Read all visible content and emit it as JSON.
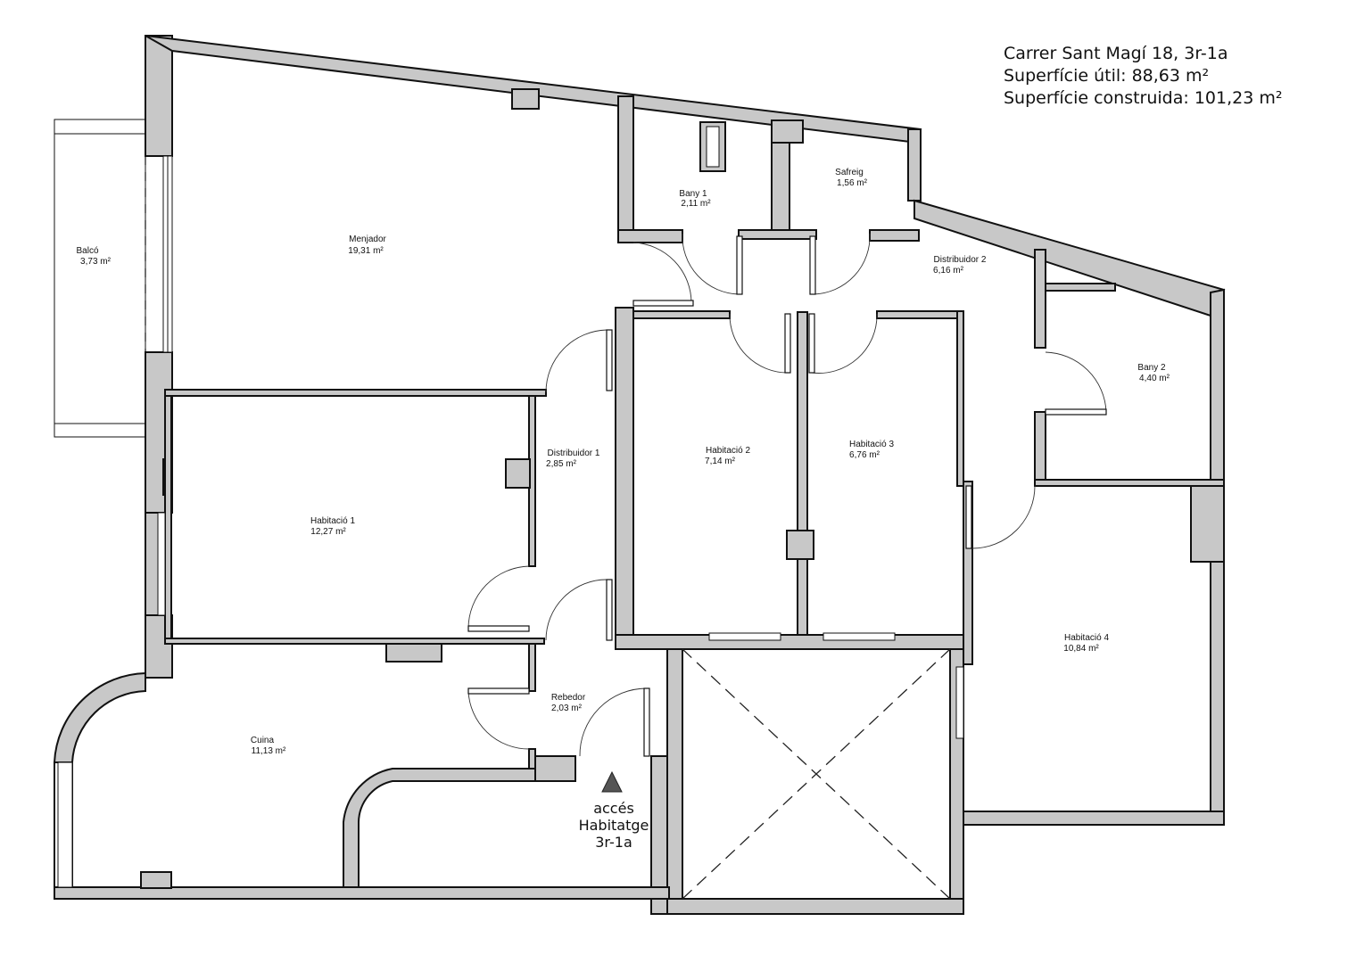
{
  "header": {
    "address": "Carrer Sant Magí 18, 3r-1a",
    "useful_area": "Superfície útil: 88,63 m²",
    "built_area": "Superfície construida: 101,23 m²"
  },
  "rooms": {
    "balco": {
      "name": "Balcó",
      "area": "3,73 m²"
    },
    "menjador": {
      "name": "Menjador",
      "area": "19,31 m²"
    },
    "bany1": {
      "name": "Bany 1",
      "area": "2,11 m²"
    },
    "safreig": {
      "name": "Safreig",
      "area": "1,56 m²"
    },
    "distribuidor2": {
      "name": "Distribuidor 2",
      "area": "6,16 m²"
    },
    "bany2": {
      "name": "Bany 2",
      "area": "4,40 m²"
    },
    "distribuidor1": {
      "name": "Distribuidor 1",
      "area": "2,85 m²"
    },
    "habitacio1": {
      "name": "Habitació 1",
      "area": "12,27 m²"
    },
    "habitacio2": {
      "name": "Habitació 2",
      "area": "7,14 m²"
    },
    "habitacio3": {
      "name": "Habitació 3",
      "area": "6,76 m²"
    },
    "habitacio4": {
      "name": "Habitació 4",
      "area": "10,84 m²"
    },
    "rebedor": {
      "name": "Rebedor",
      "area": "2,03 m²"
    },
    "cuina": {
      "name": "Cuina",
      "area": "11,13 m²"
    }
  },
  "access": {
    "line1": "accés",
    "line2": "Habitatge",
    "line3": "3r-1a"
  },
  "colors": {
    "wall_fill": "#c8c8c8",
    "line": "#111111",
    "background": "#ffffff"
  }
}
